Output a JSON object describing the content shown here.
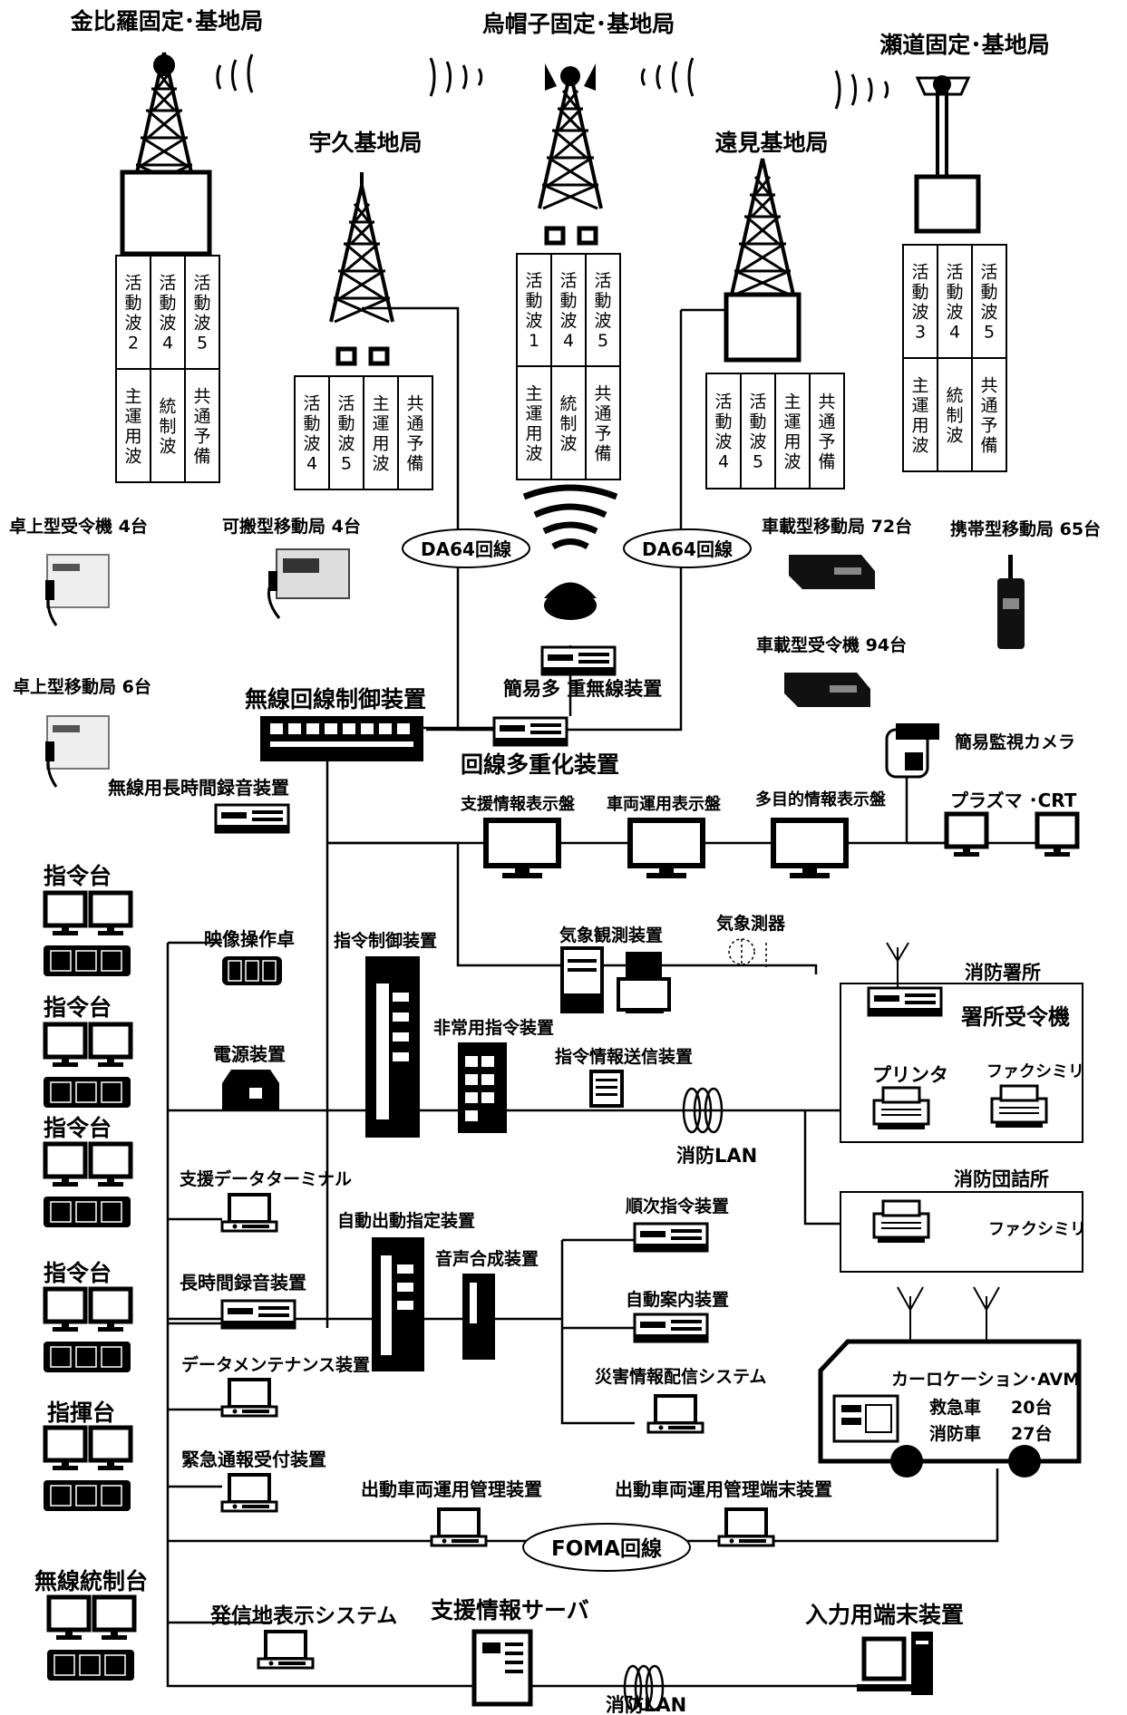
{
  "stations": {
    "konpira": {
      "title": "金比羅固定･基地局",
      "waves": [
        [
          "活",
          "動",
          "波",
          "2"
        ],
        [
          "活",
          "動",
          "波",
          "4"
        ],
        [
          "活",
          "動",
          "波",
          "5"
        ]
      ],
      "bottom": [
        [
          "主",
          "運",
          "用",
          "波"
        ],
        [
          "統",
          "制",
          "波"
        ],
        [
          "共",
          "通",
          "予",
          "備"
        ]
      ]
    },
    "eboshi": {
      "title": "烏帽子固定･基地局",
      "waves": [
        [
          "活",
          "動",
          "波",
          "1"
        ],
        [
          "活",
          "動",
          "波",
          "4"
        ],
        [
          "活",
          "動",
          "波",
          "5"
        ]
      ],
      "bottom": [
        [
          "主",
          "運",
          "用",
          "波"
        ],
        [
          "統",
          "制",
          "波"
        ],
        [
          "共",
          "通",
          "予",
          "備"
        ]
      ]
    },
    "sedo": {
      "title": "瀬道固定･基地局",
      "waves": [
        [
          "活",
          "動",
          "波",
          "3"
        ],
        [
          "活",
          "動",
          "波",
          "4"
        ],
        [
          "活",
          "動",
          "波",
          "5"
        ]
      ],
      "bottom": [
        [
          "主",
          "運",
          "用",
          "波"
        ],
        [
          "統",
          "制",
          "波"
        ],
        [
          "共",
          "通",
          "予",
          "備"
        ]
      ]
    },
    "uku": {
      "title": "宇久基地局",
      "cols": [
        [
          "活",
          "動",
          "波",
          "4"
        ],
        [
          "活",
          "動",
          "波",
          "5"
        ],
        [
          "主",
          "運",
          "用",
          "波"
        ],
        [
          "共",
          "通",
          "予",
          "備"
        ]
      ]
    },
    "tomi": {
      "title": "遠見基地局",
      "cols": [
        [
          "活",
          "動",
          "波",
          "4"
        ],
        [
          "活",
          "動",
          "波",
          "5"
        ],
        [
          "主",
          "運",
          "用",
          "波"
        ],
        [
          "共",
          "通",
          "予",
          "備"
        ]
      ]
    }
  },
  "links": {
    "da64_left": "DA64回線",
    "da64_right": "DA64回線",
    "foma": "FOMA回線",
    "lan1": "消防LAN",
    "lan2": "消防LAN"
  },
  "terminals": {
    "desk_receiver": "卓上型受令機 4台",
    "portable_mobile": "可搬型移動局 4台",
    "desk_mobile": "卓上型移動局 6台",
    "vehicle_mobile": "車載型移動局 72台",
    "handheld_mobile": "携帯型移動局 65台",
    "vehicle_receiver": "車載型受令機 94台"
  },
  "equipment": {
    "radio_control": "無線回線制御装置",
    "simple_mux": "簡易多 重無線装置",
    "line_mux": "回線多重化装置",
    "long_rec_radio": "無線用長時間録音装置",
    "camera": "簡易監視カメラ",
    "support_display": "支援情報表示盤",
    "vehicle_display": "車両運用表示盤",
    "multi_display": "多目的情報表示盤",
    "plasma": "プラズマ ･CRT",
    "video_desk": "映像操作卓",
    "command_control": "指令制御装置",
    "weather_obs": "気象観測装置",
    "weather_sensor": "気象測器",
    "emergency_cmd": "非常用指令装置",
    "cmd_info_send": "指令情報送信装置",
    "power": "電源装置",
    "support_terminal": "支援データターミナル",
    "auto_dispatch": "自動出動指定装置",
    "seq_cmd": "順次指令装置",
    "voice_synth": "音声合成装置",
    "long_rec": "長時間録音装置",
    "auto_guide": "自動案内装置",
    "data_maint": "データメンテナンス装置",
    "disaster_info": "災害情報配信システム",
    "emergency_call": "緊急通報受付装置",
    "vehicle_mgmt": "出動車両運用管理装置",
    "vehicle_mgmt_term": "出動車両運用管理端末装置",
    "caller_loc": "発信地表示システム",
    "support_server": "支援情報サーバ",
    "input_terminal": "入力用端末装置"
  },
  "consoles": {
    "c1": "指令台",
    "c2": "指令台",
    "c3": "指令台",
    "c4": "指令台",
    "command": "指揮台",
    "radio_ctrl": "無線統制台"
  },
  "fire_station": {
    "title": "消防署所",
    "receiver": "署所受令機",
    "printer": "プリンタ",
    "fax": "ファクシミリ"
  },
  "fire_corps": {
    "title": "消防団詰所",
    "fax": "ファクシミリ"
  },
  "avm": {
    "title": "カーロケーション･AVM",
    "ambulance": "救急車",
    "ambulance_count": "20台",
    "engine": "消防車",
    "engine_count": "27台"
  }
}
